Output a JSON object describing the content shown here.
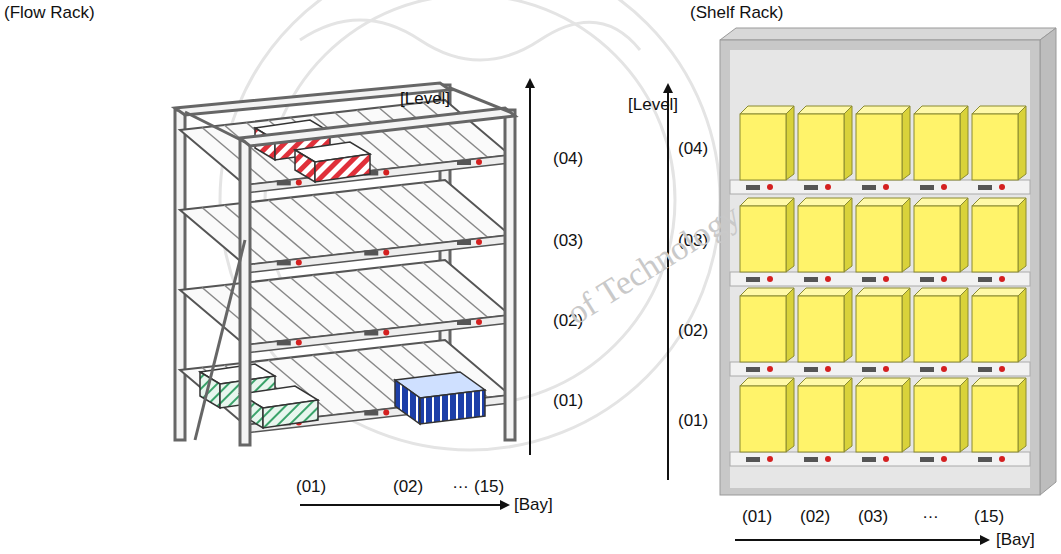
{
  "diagram": {
    "labels": [
      "(Flow Rack)",
      "[Level]",
      "(04)",
      "(03)",
      "(02)",
      "(01)",
      "(01)",
      "(02)",
      "…",
      "(15)",
      "[Bay]",
      "(Shelf Rack)",
      "[Level]",
      "(04)",
      "(03)",
      "(02)",
      "(01)",
      "(01)",
      "(02)",
      "(03)",
      "…",
      "(15)",
      "[Bay]",
      "of Technology"
    ]
  }
}
